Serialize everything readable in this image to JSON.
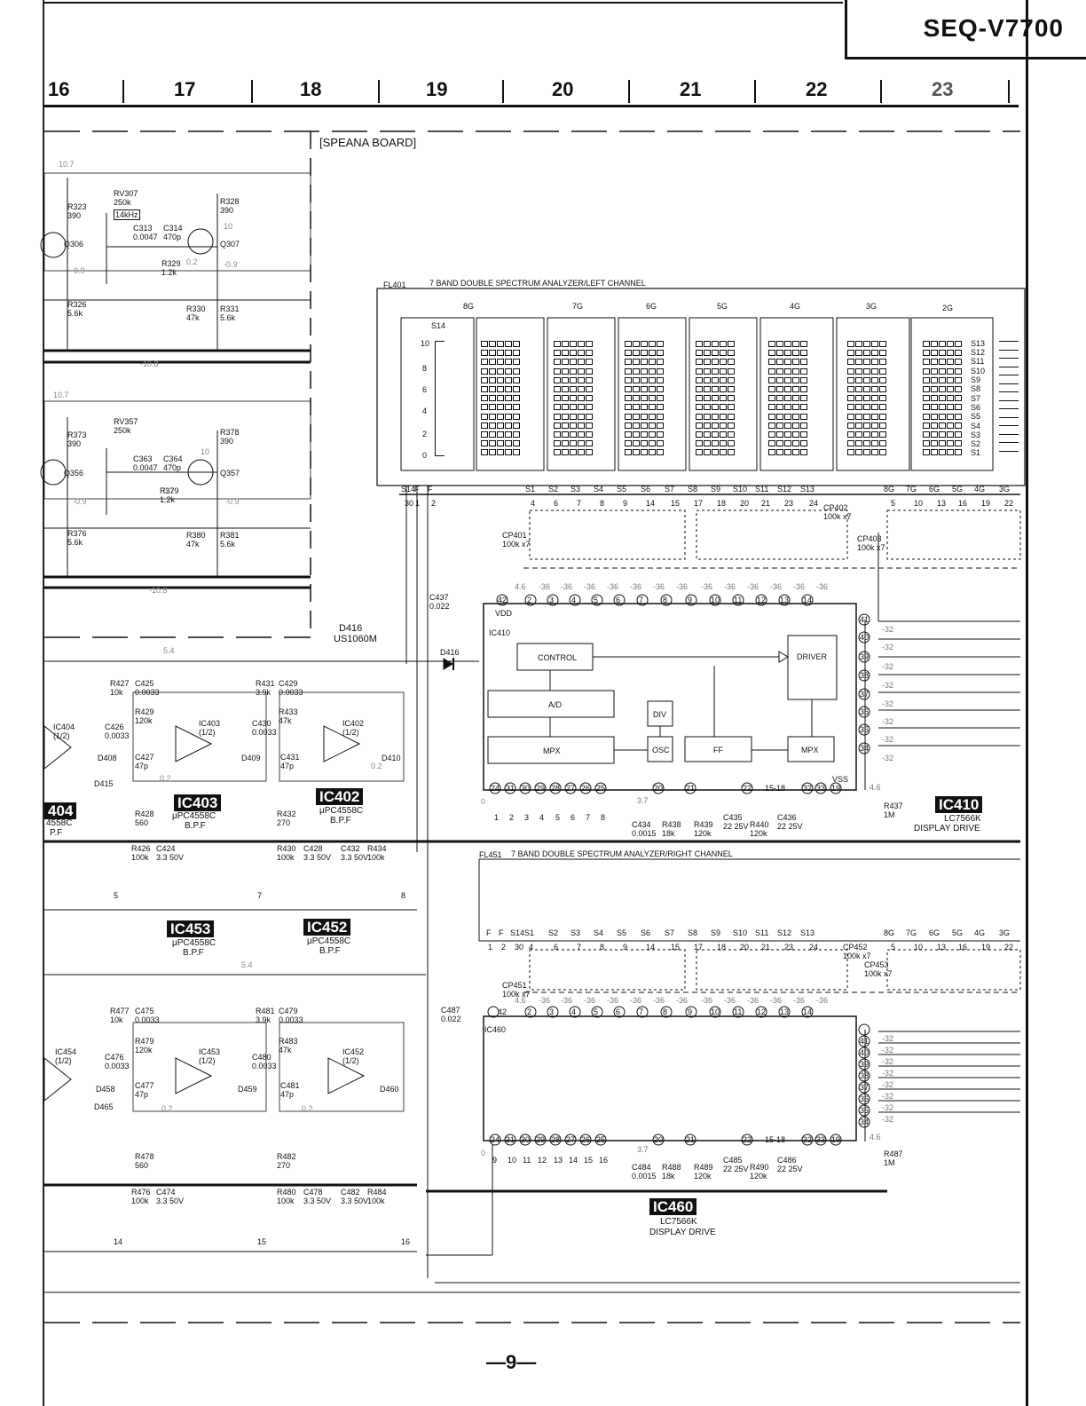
{
  "header": {
    "model": "SEQ-V7700",
    "zones": [
      "16",
      "17",
      "18",
      "19",
      "20",
      "21",
      "22",
      "23"
    ]
  },
  "board": {
    "title": "[SPEANA BOARD]"
  },
  "fl401": {
    "ref": "FL401",
    "desc": "7 BAND DOUBLE SPECTRUM ANALYZER/LEFT CHANNEL",
    "bands": [
      "8G",
      "7G",
      "6G",
      "5G",
      "4G",
      "3G",
      "2G"
    ],
    "scale_label": "S14",
    "scale": [
      "10",
      "8",
      "6",
      "4",
      "2",
      "0"
    ],
    "segments": [
      "S13",
      "S12",
      "S11",
      "S10",
      "S9",
      "S8",
      "S7",
      "S6",
      "S5",
      "S4",
      "S3",
      "S2",
      "S1"
    ]
  },
  "fl451": {
    "ref": "FL451",
    "desc": "7 BAND DOUBLE SPECTRUM ANALYZER/RIGHT CHANNEL"
  },
  "chips": {
    "ic410": {
      "name": "IC410",
      "part": "LC7566K",
      "func": "DISPLAY DRIVE",
      "ref": "IC410"
    },
    "ic460": {
      "name": "IC460",
      "part": "LC7566K",
      "func": "DISPLAY DRIVE",
      "ref": "IC460"
    },
    "ic403": {
      "name": "IC403",
      "part": "μPC4558C",
      "func": "B.P.F"
    },
    "ic402": {
      "name": "IC402",
      "part": "μPC4558C",
      "func": "B.P.F"
    },
    "ic404": {
      "name": "404",
      "part": "4558C",
      "func": "P.F"
    },
    "ic453": {
      "name": "IC453",
      "part": "μPC4558C",
      "func": "B.P.F"
    },
    "ic452": {
      "name": "IC452",
      "part": "μPC4558C",
      "func": "B.P.F"
    }
  },
  "blocks": {
    "control": "CONTROL",
    "driver": "DRIVER",
    "ad": "A/D",
    "div": "DIV",
    "osc": "OSC",
    "ff": "FF",
    "mpx": "MPX",
    "vdd": "VDD",
    "vss": "VSS"
  },
  "diode": {
    "ref": "D416",
    "part": "US1060M"
  },
  "components_top": [
    {
      "ref": "RV307",
      "value": "250k"
    },
    {
      "ref": "14kHz"
    },
    {
      "ref": "R323",
      "value": "390"
    },
    {
      "ref": "R328",
      "value": "390"
    },
    {
      "ref": "C313",
      "value": "0.0047"
    },
    {
      "ref": "C314",
      "value": "470p"
    },
    {
      "ref": "Q306"
    },
    {
      "ref": "Q307"
    },
    {
      "ref": "R329",
      "value": "1.2k"
    },
    {
      "ref": "R326",
      "value": "5.6k"
    },
    {
      "ref": "R330",
      "value": "47k"
    },
    {
      "ref": "R331",
      "value": "5.6k"
    },
    {
      "ref": "RV357",
      "value": "250k"
    },
    {
      "ref": "R373",
      "value": "390"
    },
    {
      "ref": "R378",
      "value": "390"
    },
    {
      "ref": "C363",
      "value": "0.0047"
    },
    {
      "ref": "C364",
      "value": "470p"
    },
    {
      "ref": "Q356"
    },
    {
      "ref": "Q357"
    },
    {
      "ref": "R379",
      "value": "1.2k"
    },
    {
      "ref": "R376",
      "value": "5.6k"
    },
    {
      "ref": "R380",
      "value": "47k"
    },
    {
      "ref": "R381",
      "value": "5.6k"
    }
  ],
  "components_mid": [
    {
      "ref": "R427",
      "value": "10k"
    },
    {
      "ref": "C425",
      "value": "0.0033"
    },
    {
      "ref": "R429",
      "value": "120k"
    },
    {
      "ref": "C426",
      "value": "0.0033"
    },
    {
      "ref": "C427",
      "value": "47p"
    },
    {
      "ref": "R431",
      "value": "3.9k"
    },
    {
      "ref": "C429",
      "value": "0.0033"
    },
    {
      "ref": "R433",
      "value": "47k"
    },
    {
      "ref": "C430",
      "value": "0.0033"
    },
    {
      "ref": "C431",
      "value": "47p"
    },
    {
      "ref": "R428",
      "value": "560"
    },
    {
      "ref": "R432",
      "value": "270"
    },
    {
      "ref": "R426",
      "value": "100k"
    },
    {
      "ref": "C424",
      "value": "3.3 50V"
    },
    {
      "ref": "R430",
      "value": "100k"
    },
    {
      "ref": "C428",
      "value": "3.3 50V"
    },
    {
      "ref": "C432",
      "value": "3.3 50V"
    },
    {
      "ref": "R434",
      "value": "100k"
    },
    {
      "ref": "D408"
    },
    {
      "ref": "D409"
    },
    {
      "ref": "D410"
    },
    {
      "ref": "D415"
    },
    {
      "ref": "C437",
      "value": "0.022"
    },
    {
      "ref": "CP401",
      "value": "100k x7"
    },
    {
      "ref": "CP402",
      "value": "100k x7"
    },
    {
      "ref": "CP403",
      "value": "100k x7"
    },
    {
      "ref": "C434",
      "value": "0.0015"
    },
    {
      "ref": "R438",
      "value": "18k"
    },
    {
      "ref": "R439",
      "value": "120k"
    },
    {
      "ref": "C435",
      "value": "22 25V"
    },
    {
      "ref": "R440",
      "value": "120k"
    },
    {
      "ref": "C436",
      "value": "22 25V"
    },
    {
      "ref": "R437",
      "value": "1M"
    }
  ],
  "components_bot": [
    {
      "ref": "R477",
      "value": "10k"
    },
    {
      "ref": "C475",
      "value": "0.0033"
    },
    {
      "ref": "R479",
      "value": "120k"
    },
    {
      "ref": "C476",
      "value": "0.0033"
    },
    {
      "ref": "C477",
      "value": "47p"
    },
    {
      "ref": "R481",
      "value": "3.9k"
    },
    {
      "ref": "C479",
      "value": "0.0033"
    },
    {
      "ref": "R483",
      "value": "47k"
    },
    {
      "ref": "C480",
      "value": "0.0033"
    },
    {
      "ref": "C481",
      "value": "47p"
    },
    {
      "ref": "R478",
      "value": "560"
    },
    {
      "ref": "R482",
      "value": "270"
    },
    {
      "ref": "R476",
      "value": "100k"
    },
    {
      "ref": "C474",
      "value": "3.3 50V"
    },
    {
      "ref": "R480",
      "value": "100k"
    },
    {
      "ref": "C478",
      "value": "3.3 50V"
    },
    {
      "ref": "C482",
      "value": "3.3 50V"
    },
    {
      "ref": "R484",
      "value": "100k"
    },
    {
      "ref": "D458"
    },
    {
      "ref": "D459"
    },
    {
      "ref": "D460"
    },
    {
      "ref": "D465"
    },
    {
      "ref": "C487",
      "value": "0.022"
    },
    {
      "ref": "CP451",
      "value": "100k x7"
    },
    {
      "ref": "CP452",
      "value": "100k x7"
    },
    {
      "ref": "CP453",
      "value": "100k x7"
    },
    {
      "ref": "C484",
      "value": "0.0015"
    },
    {
      "ref": "R488",
      "value": "18k"
    },
    {
      "ref": "R489",
      "value": "120k"
    },
    {
      "ref": "C485",
      "value": "22 25V"
    },
    {
      "ref": "R490",
      "value": "120k"
    },
    {
      "ref": "C486",
      "value": "22 25V"
    },
    {
      "ref": "R487",
      "value": "1M"
    }
  ],
  "pins_top": [
    "42",
    "2",
    "3",
    "4",
    "5",
    "6",
    "7",
    "8",
    "9",
    "10",
    "11",
    "12",
    "13",
    "14"
  ],
  "pins_right": [
    "41",
    "40",
    "39",
    "38",
    "37",
    "36",
    "35",
    "34"
  ],
  "pins_bottom": [
    "24",
    "31",
    "30",
    "29",
    "28",
    "27",
    "26",
    "25",
    "20",
    "21",
    "22",
    "15-18",
    "32",
    "33",
    "19"
  ],
  "fl_pins_top": [
    "30",
    "1",
    "2",
    "4",
    "6",
    "7",
    "8",
    "9",
    "14",
    "15",
    "17",
    "18",
    "20",
    "21",
    "23",
    "24",
    "5",
    "10",
    "13",
    "16",
    "19",
    "22"
  ],
  "fl_pins_bot": [
    "1",
    "2",
    "30",
    "4",
    "6",
    "7",
    "8",
    "9",
    "14",
    "15",
    "17",
    "18",
    "20",
    "21",
    "23",
    "24",
    "5",
    "10",
    "13",
    "16",
    "19",
    "22"
  ],
  "connector_pins": [
    "1",
    "2",
    "3",
    "4",
    "5",
    "6",
    "7",
    "8",
    "9",
    "10",
    "11",
    "12",
    "13",
    "14",
    "15",
    "16"
  ],
  "voltages": {
    "v107": "10.7",
    "v108": "-10.8",
    "v09": "-0.9",
    "v02": "0.2",
    "v54": "5.4",
    "v46": "4.6",
    "v32": "-32",
    "v36": "-36",
    "v37": "3.7",
    "v10": "10",
    "v0": "0"
  },
  "page": {
    "number": "—9—"
  }
}
